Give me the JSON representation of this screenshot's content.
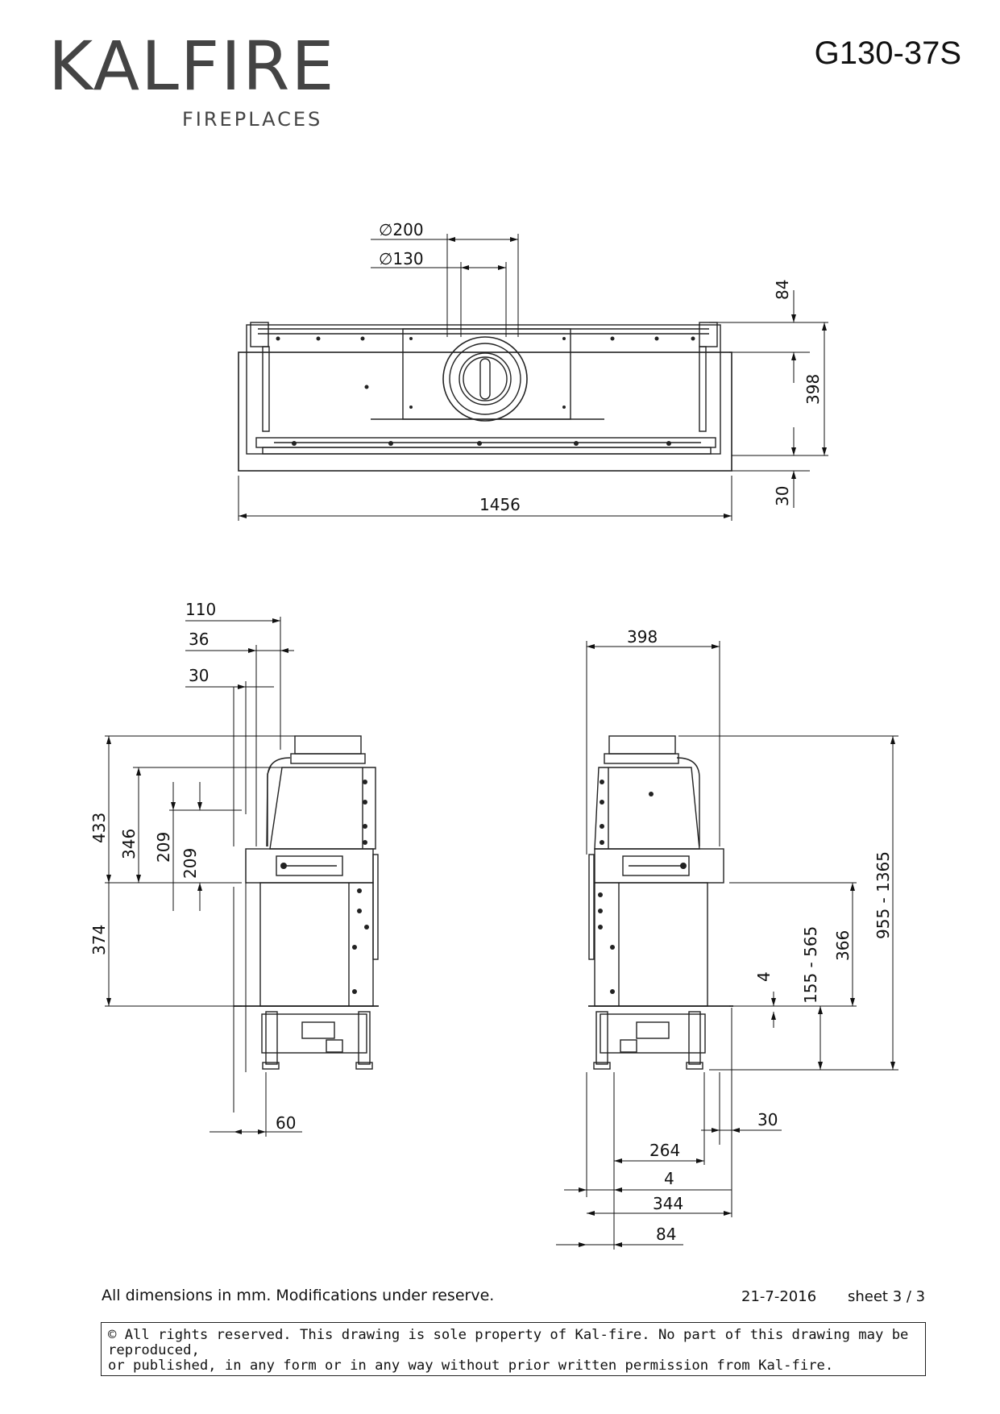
{
  "header": {
    "brand": "KALFIRE",
    "brand_sub": "FIREPLACES",
    "model": "G130-37S"
  },
  "top_view": {
    "dim_d200": "∅200",
    "dim_d130": "∅130",
    "dim_84": "84",
    "dim_398": "398",
    "dim_30": "30",
    "dim_1456": "1456"
  },
  "left_view": {
    "dim_110": "110",
    "dim_36": "36",
    "dim_30": "30",
    "dim_433": "433",
    "dim_346": "346",
    "dim_209a": "209",
    "dim_209b": "209",
    "dim_374": "374",
    "dim_60": "60"
  },
  "right_view": {
    "dim_398": "398",
    "dim_955_1365": "955 - 1365",
    "dim_366": "366",
    "dim_155_565": "155 - 565",
    "dim_4v": "4",
    "dim_30": "30",
    "dim_264": "264",
    "dim_4": "4",
    "dim_344": "344",
    "dim_84": "84"
  },
  "footer": {
    "note": "All dimensions in mm. Modifications under reserve.",
    "date": "21-7-2016",
    "sheet": "sheet 3 / 3",
    "copyright": "© All rights reserved. This drawing is sole property of Kal-fire. No part of this drawing may be reproduced,\nor published, in any form or in any way without prior written permission from Kal-fire."
  }
}
